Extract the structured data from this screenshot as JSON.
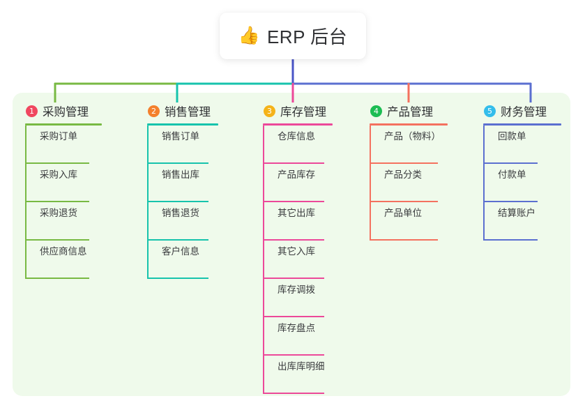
{
  "diagram": {
    "root": {
      "icon": "thumbs-up-icon",
      "icon_glyph": "👍",
      "label": "ERP 后台"
    },
    "panel_color": "#effaeb",
    "columns": [
      {
        "number": "1",
        "title": "采购管理",
        "badge_color": "#f0475f",
        "line_color": "#78b943",
        "items": [
          {
            "label": "采购订单"
          },
          {
            "label": "采购入库"
          },
          {
            "label": "采购退货"
          },
          {
            "label": "供应商信息"
          }
        ]
      },
      {
        "number": "2",
        "title": "销售管理",
        "badge_color": "#f4802c",
        "line_color": "#17c3ac",
        "items": [
          {
            "label": "销售订单"
          },
          {
            "label": "销售出库"
          },
          {
            "label": "销售退货"
          },
          {
            "label": "客户信息"
          }
        ]
      },
      {
        "number": "3",
        "title": "库存管理",
        "badge_color": "#f5b319",
        "line_color": "#ec4899",
        "items": [
          {
            "label": "仓库信息"
          },
          {
            "label": "产品库存"
          },
          {
            "label": "其它出库"
          },
          {
            "label": "其它入库"
          },
          {
            "label": "库存调拨"
          },
          {
            "label": "库存盘点"
          },
          {
            "label": "出库库明细"
          }
        ]
      },
      {
        "number": "4",
        "title": "产品管理",
        "badge_color": "#1cbd53",
        "line_color": "#f4715f",
        "items": [
          {
            "label": "产品（物料）"
          },
          {
            "label": "产品分类"
          },
          {
            "label": "产品单位"
          }
        ]
      },
      {
        "number": "5",
        "title": "财务管理",
        "badge_color": "#33bdeb",
        "line_color": "#5b6fd0",
        "items": [
          {
            "label": "回款单"
          },
          {
            "label": "付款单"
          },
          {
            "label": "结算账户"
          }
        ]
      }
    ],
    "connectors": {
      "trunk_color": "#4954c7",
      "bus_segment_colors": [
        "#78b943",
        "#17c3ac",
        "#5b6fd0"
      ]
    }
  }
}
